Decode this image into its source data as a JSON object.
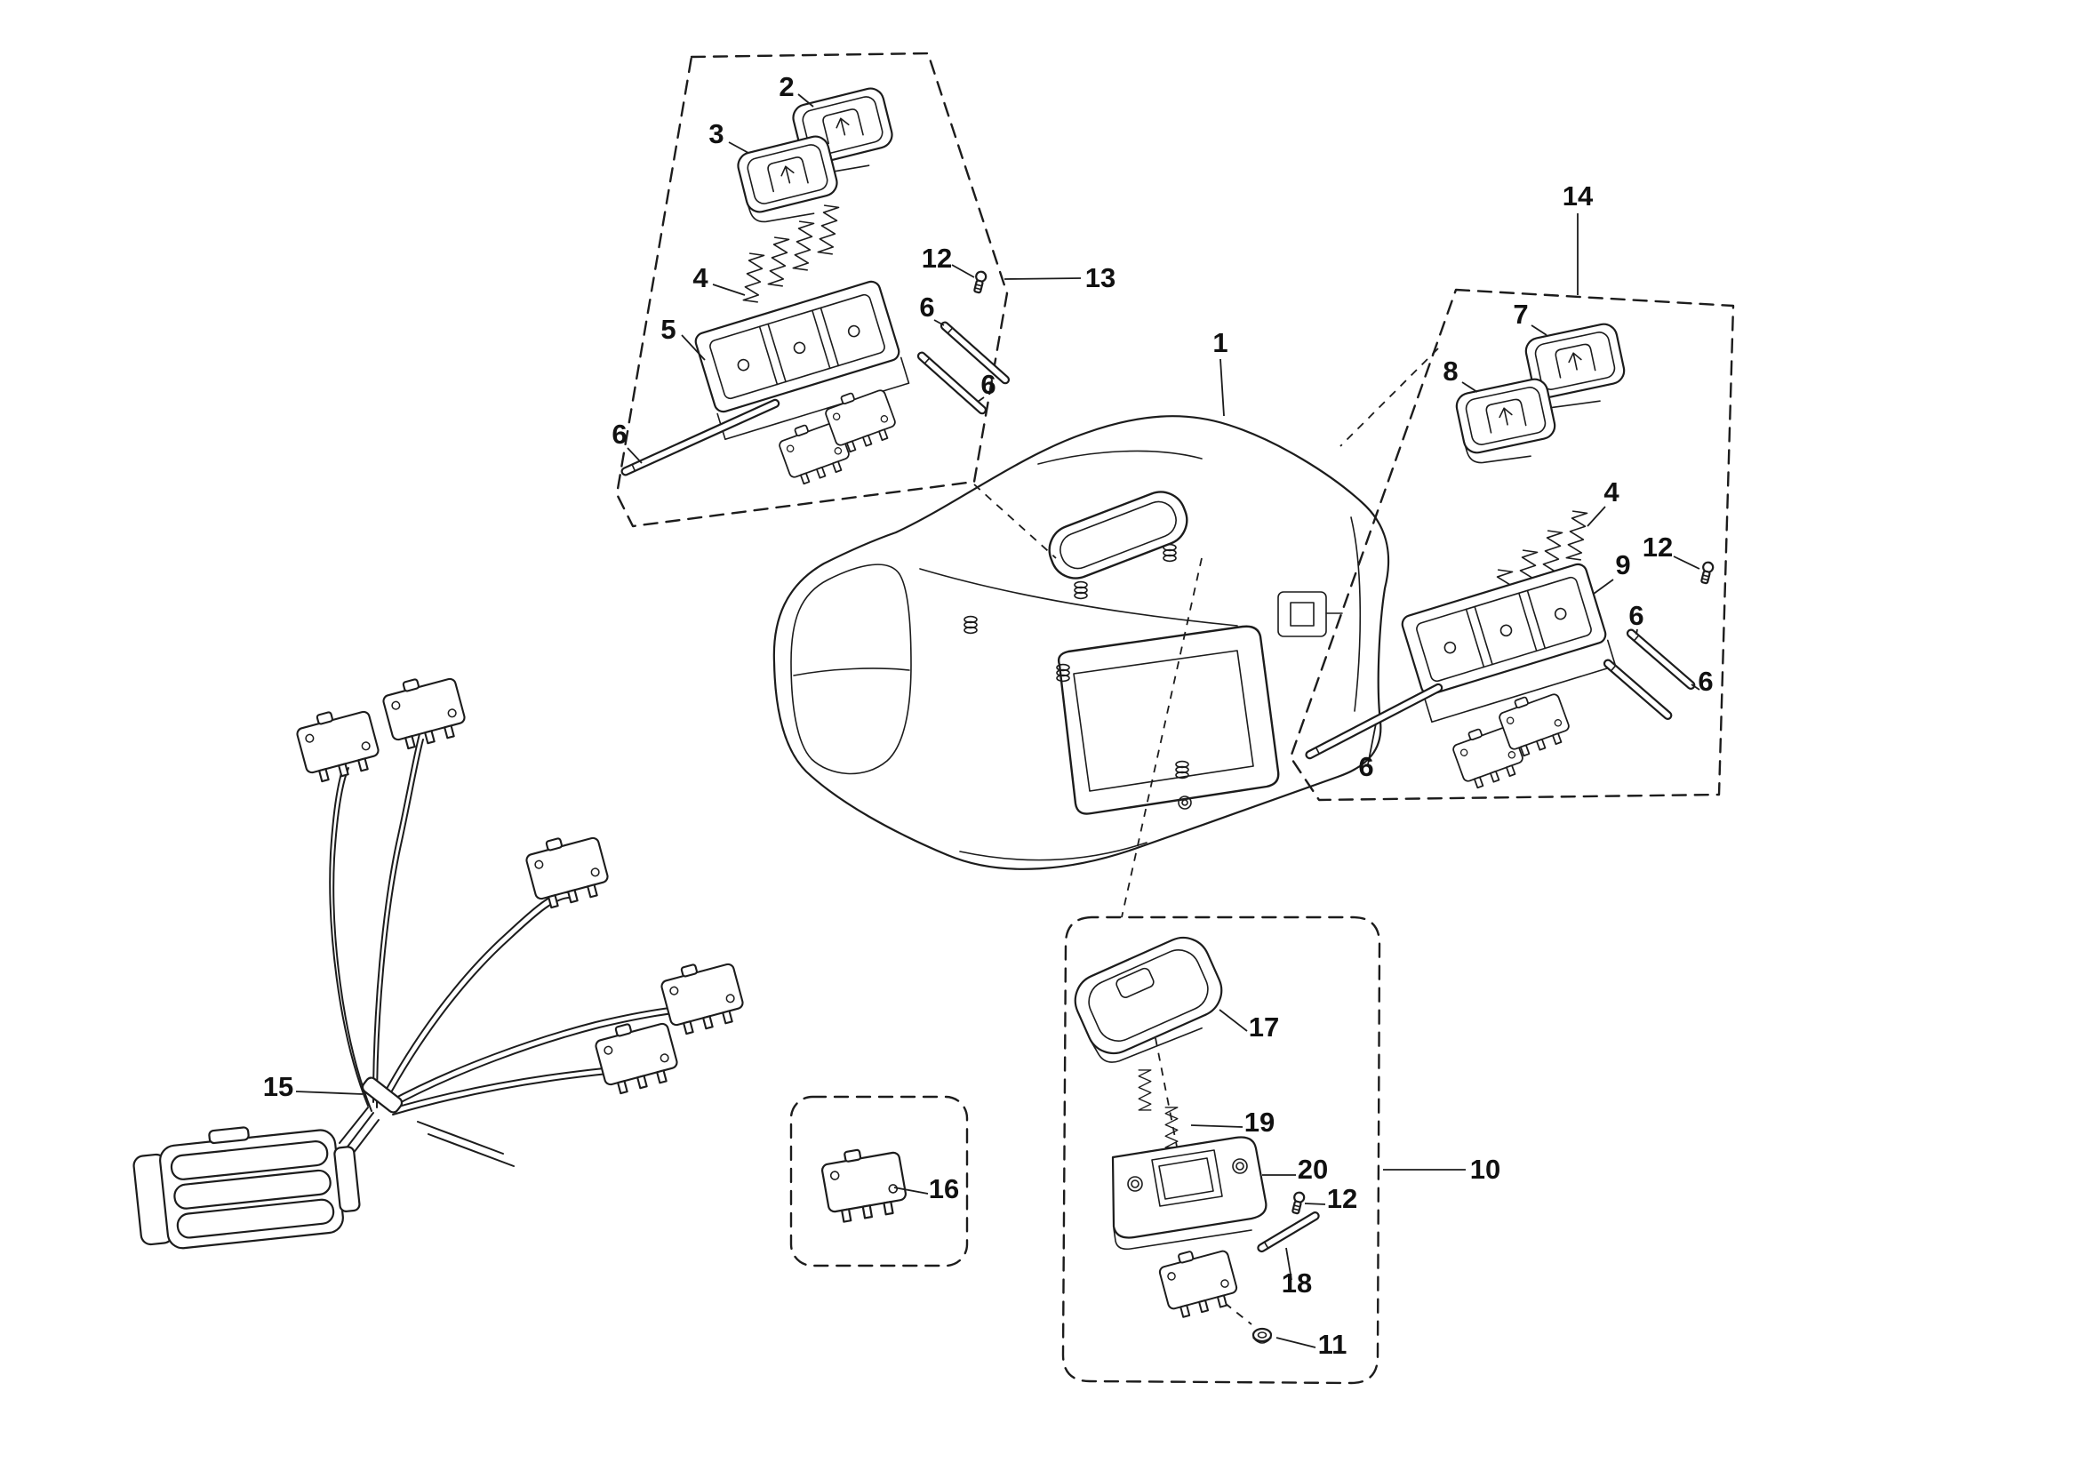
{
  "diagram": {
    "type": "exploded-parts-diagram",
    "background_color": "#ffffff",
    "line_color": "#1c1c1c",
    "callouts": {
      "c1": {
        "label": "1"
      },
      "c2": {
        "label": "2"
      },
      "c3": {
        "label": "3"
      },
      "c4a": {
        "label": "4"
      },
      "c4b": {
        "label": "4"
      },
      "c5": {
        "label": "5"
      },
      "c6a": {
        "label": "6"
      },
      "c6b": {
        "label": "6"
      },
      "c6c": {
        "label": "6"
      },
      "c6d": {
        "label": "6"
      },
      "c6e": {
        "label": "6"
      },
      "c6f": {
        "label": "6"
      },
      "c7": {
        "label": "7"
      },
      "c8": {
        "label": "8"
      },
      "c9": {
        "label": "9"
      },
      "c10": {
        "label": "10"
      },
      "c11": {
        "label": "11"
      },
      "c12a": {
        "label": "12"
      },
      "c12b": {
        "label": "12"
      },
      "c12c": {
        "label": "12"
      },
      "c13": {
        "label": "13"
      },
      "c14": {
        "label": "14"
      },
      "c15": {
        "label": "15"
      },
      "c16": {
        "label": "16"
      },
      "c17": {
        "label": "17"
      },
      "c18": {
        "label": "18"
      },
      "c19": {
        "label": "19"
      },
      "c20": {
        "label": "20"
      }
    }
  }
}
